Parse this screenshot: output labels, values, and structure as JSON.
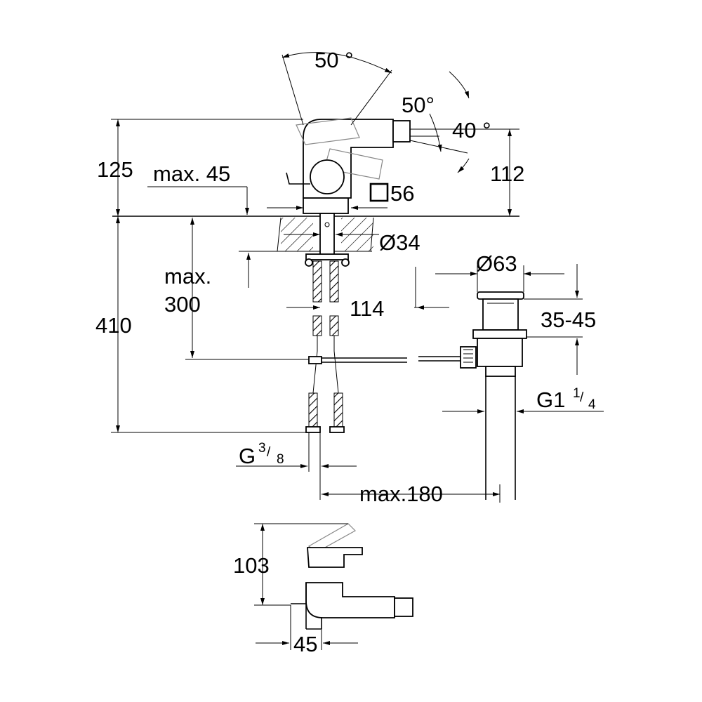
{
  "labels": {
    "angle_top": "50 °",
    "angle_right": "50°",
    "angle_40": "40 °",
    "d_125": "125",
    "d_max45": "max. 45",
    "d_112": "112",
    "d_sq56": "56",
    "d_d34": "Ø34",
    "d_d63": "Ø63",
    "d_max_a": "max.",
    "d_300": "300",
    "d_114": "114",
    "d_3545": "35-45",
    "d_410": "410",
    "d_g1": "G1",
    "d_g1_num": "1",
    "d_g1_den": "4",
    "d_g38": "G",
    "d_g38_num": "3",
    "d_g38_den": "8",
    "d_max180": "max.180",
    "d_103": "103",
    "d_45": "45"
  }
}
